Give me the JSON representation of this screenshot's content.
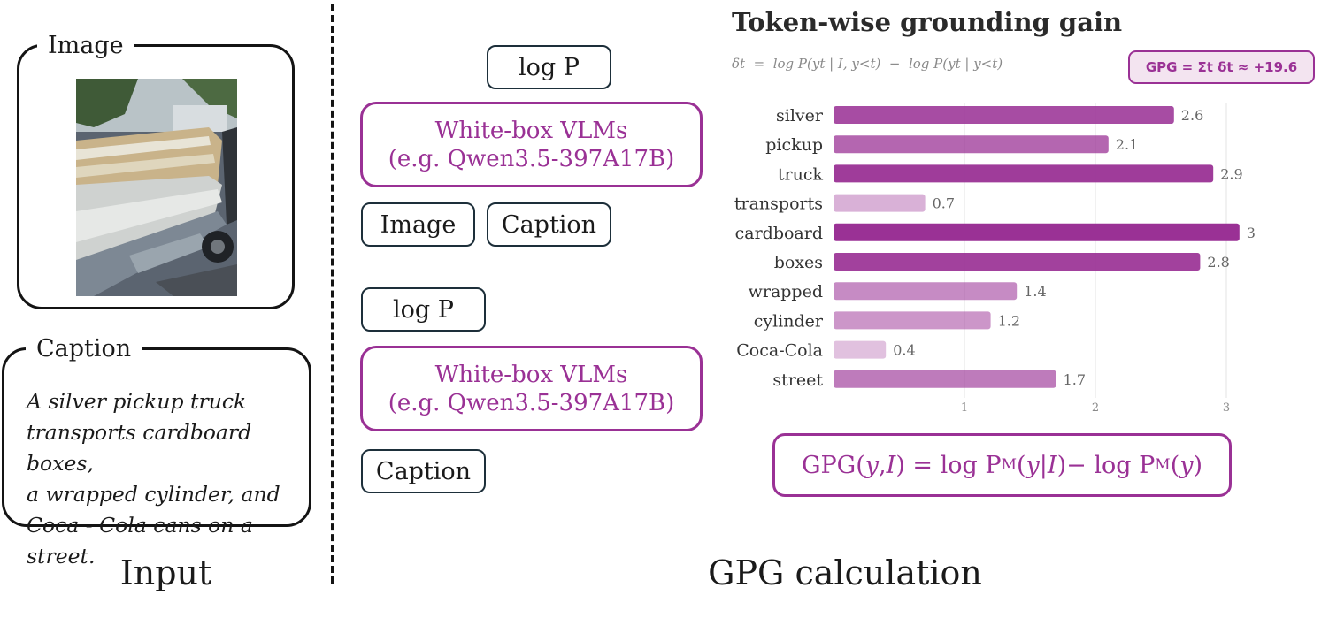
{
  "input": {
    "image_label": "Image",
    "caption_label": "Caption",
    "caption_text": "A silver pickup truck\ntransports cardboard boxes,\na wrapped cylinder, and\nCoca - Cola cans on a street.",
    "section_label": "Input"
  },
  "pipeline": {
    "top": {
      "output": "log P",
      "model_line1": "White-box VLMs",
      "model_line2": "(e.g. Qwen3.5-397A17B)",
      "input_image": "Image",
      "input_caption": "Caption"
    },
    "bottom": {
      "output": "log P",
      "model_line1": "White-box VLMs",
      "model_line2": "(e.g. Qwen3.5-397A17B)",
      "input_caption": "Caption"
    },
    "section_label": "GPG calculation"
  },
  "chart": {
    "title": "Token-wise grounding gain",
    "delta_equation": "δt  =  log P(yt | I, y<t)  −  log P(yt | y<t)",
    "gpg_badge": "GPG = Σt δt ≈ +19.6",
    "formula": {
      "lhs": "GPG(",
      "y": "y",
      "comma": ", ",
      "I": "I",
      "eq": ") = log P",
      "M": "M",
      "mid": " − log P",
      "M2": "M",
      "cond": "(",
      "bar": " | ",
      "close": ")",
      "open2": "(",
      "close2": ")"
    }
  },
  "chart_data": {
    "type": "bar",
    "orientation": "horizontal",
    "title": "Token-wise grounding gain",
    "categories": [
      "silver",
      "pickup",
      "truck",
      "transports",
      "cardboard",
      "boxes",
      "wrapped",
      "cylinder",
      "Coca-Cola",
      "street"
    ],
    "values": [
      2.6,
      2.1,
      2.9,
      0.7,
      3.1,
      2.8,
      1.4,
      1.2,
      0.4,
      1.7
    ],
    "xticks": [
      1,
      2,
      3
    ],
    "xlim": [
      0,
      3.1
    ],
    "grid": true,
    "bar_color": "#9a3195"
  },
  "colors": {
    "accent": "#9a3195",
    "box_border": "#1d2f3a"
  }
}
